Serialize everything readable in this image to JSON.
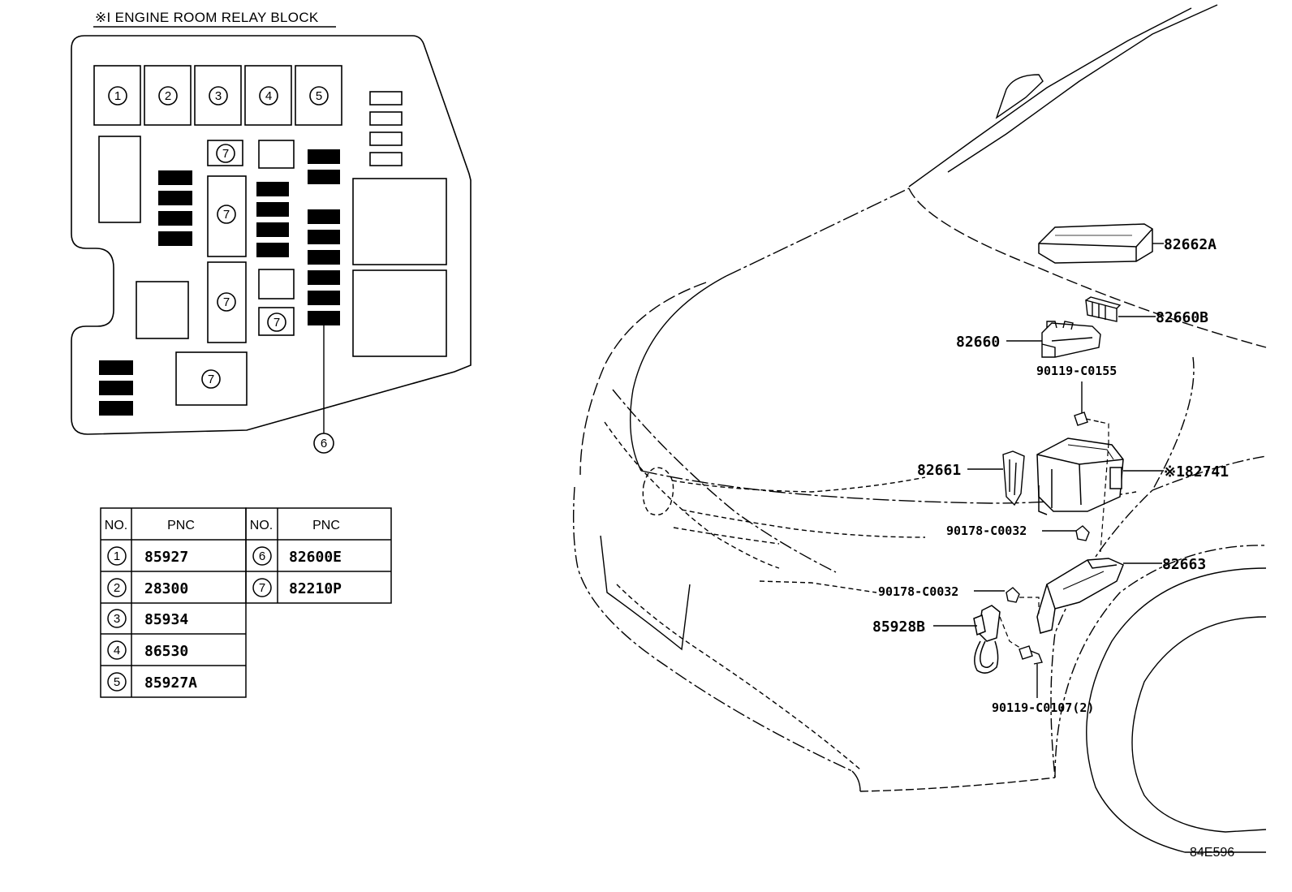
{
  "relay_block": {
    "title": "※I ENGINE ROOM RELAY BLOCK",
    "slots": {
      "s1": "1",
      "s2": "2",
      "s3": "3",
      "s4": "4",
      "s5": "5",
      "s6": "6",
      "s7": "7"
    }
  },
  "table": {
    "col_no": "NO.",
    "col_pnc": "PNC",
    "left_rows": [
      {
        "no": "1",
        "pnc": "85927"
      },
      {
        "no": "2",
        "pnc": "28300"
      },
      {
        "no": "3",
        "pnc": "85934"
      },
      {
        "no": "4",
        "pnc": "86530"
      },
      {
        "no": "5",
        "pnc": "85927A"
      }
    ],
    "right_rows": [
      {
        "no": "6",
        "pnc": "82600E"
      },
      {
        "no": "7",
        "pnc": "82210P"
      }
    ]
  },
  "parts": {
    "p82662a": "82662A",
    "p82660b": "82660B",
    "p82660": "82660",
    "p90119_c0155": "90119-C0155",
    "p82661": "82661",
    "p82741": "※182741",
    "p90178_c0032_a": "90178-C0032",
    "p82663": "82663",
    "p90178_c0032_b": "90178-C0032",
    "p85928b": "85928B",
    "p90119_c0107": "90119-C0107(2)"
  },
  "figure_code": "84E596"
}
